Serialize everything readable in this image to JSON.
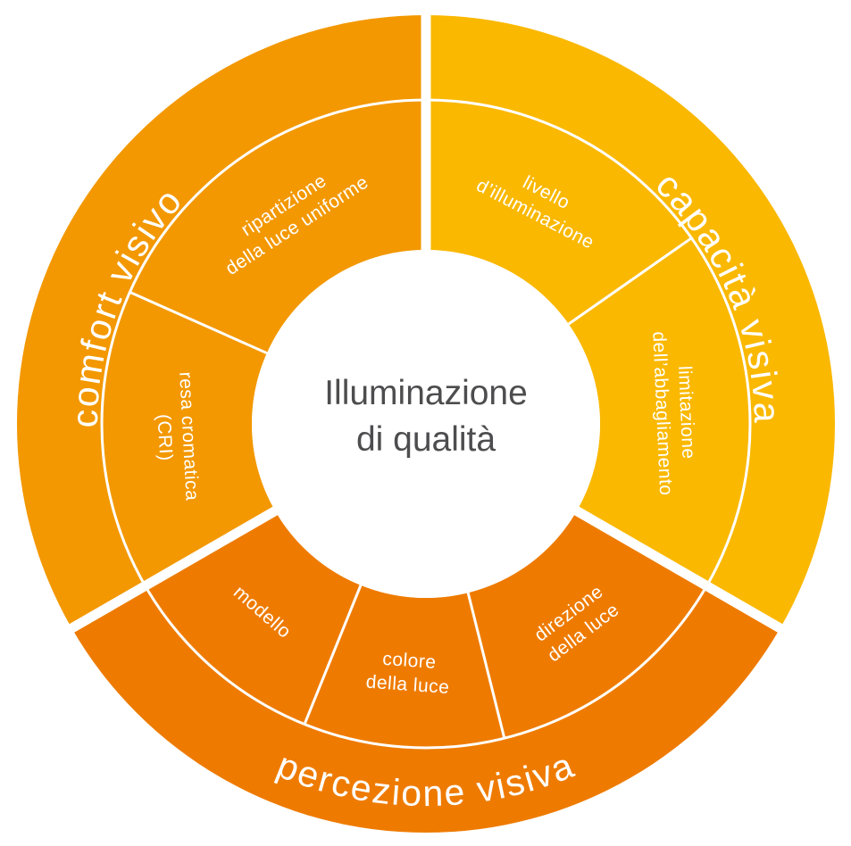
{
  "center": {
    "line1": "Illuminazione",
    "line2": "di qualità"
  },
  "colors": {
    "comfort": "#F39800",
    "capacita": "#FAB800",
    "percezione": "#EE7B00",
    "center_text": "#4d4d4f"
  },
  "sectors": [
    {
      "id": "capacita",
      "label": "capacità visiva",
      "items": [
        [
          "livello",
          "d’illuminazione"
        ],
        [
          "limitazione",
          "dell’abbagliamento"
        ]
      ]
    },
    {
      "id": "percezione",
      "label": "percezione visiva",
      "items": [
        [
          "direzione",
          "della luce"
        ],
        [
          "colore",
          "della luce"
        ],
        [
          "modello"
        ]
      ]
    },
    {
      "id": "comfort",
      "label": "comfort visivo",
      "items": [
        [
          "resa cromatica",
          "(CRI)"
        ],
        [
          "ripartizione",
          "della luce uniforme"
        ]
      ]
    }
  ]
}
